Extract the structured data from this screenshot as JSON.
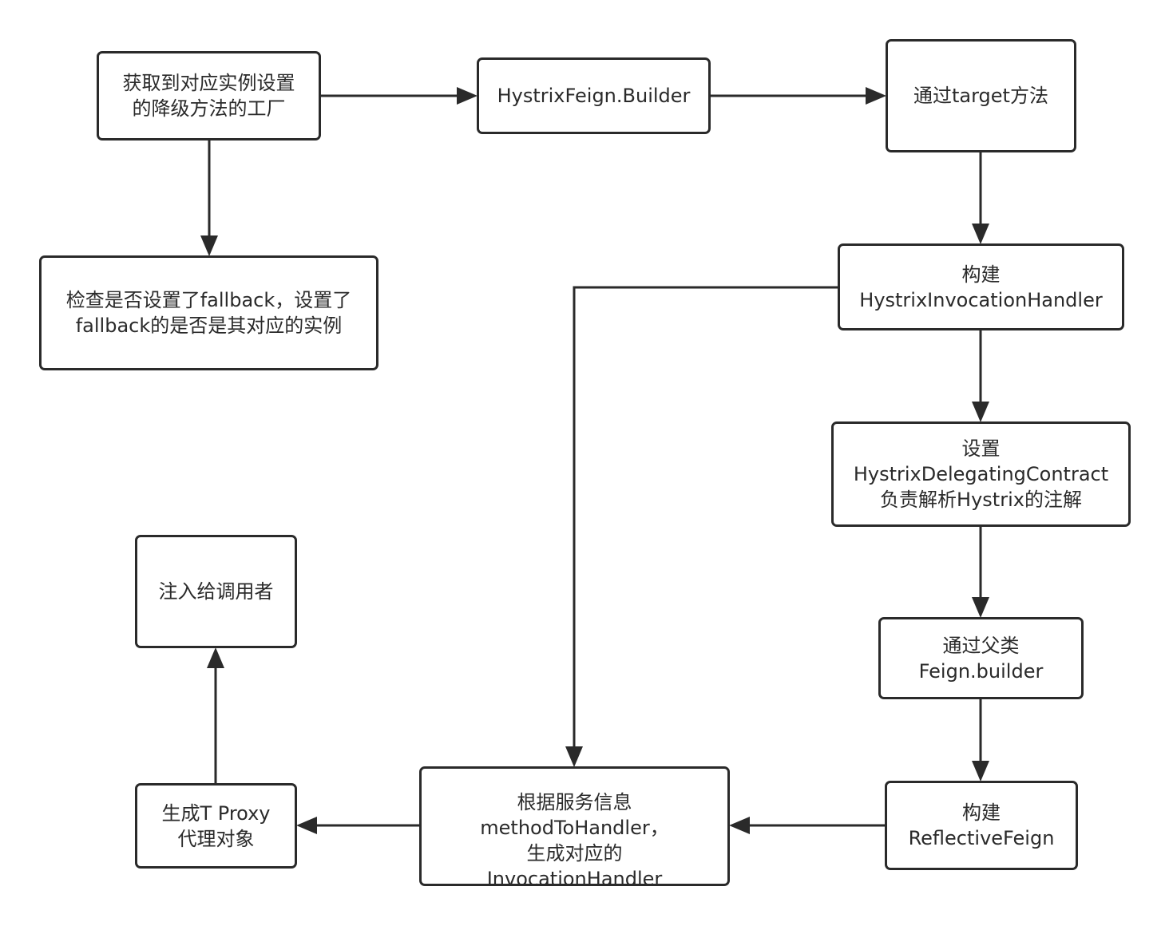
{
  "nodes": {
    "get_factory": {
      "lines": [
        "获取到对应实例设置",
        "的降级方法的工厂"
      ]
    },
    "builder": {
      "lines": [
        "HystrixFeign.Builder"
      ]
    },
    "target": {
      "lines": [
        "通过target方法"
      ]
    },
    "check_fallback": {
      "lines": [
        "检查是否设置了fallback，设置了",
        "fallback的是否是其对应的实例"
      ]
    },
    "build_invocation_handler": {
      "lines": [
        "构建",
        "HystrixInvocationHandler"
      ]
    },
    "set_contract": {
      "lines": [
        "设置",
        "HystrixDelegatingContract",
        "负责解析Hystrix的注解"
      ]
    },
    "parent_builder": {
      "lines": [
        "通过父类",
        "Feign.builder"
      ]
    },
    "build_reflective": {
      "lines": [
        "构建",
        "ReflectiveFeign"
      ]
    },
    "method_to_handler": {
      "lines": [
        "根据服务信息",
        "methodToHandler，",
        "生成对应的",
        "InvocationHandler"
      ]
    },
    "generate_proxy": {
      "lines": [
        "生成T Proxy",
        "代理对象"
      ]
    },
    "inject": {
      "lines": [
        "注入给调用者"
      ]
    }
  },
  "colors": {
    "stroke": "#2a2a2a",
    "fill": "#ffffff"
  }
}
